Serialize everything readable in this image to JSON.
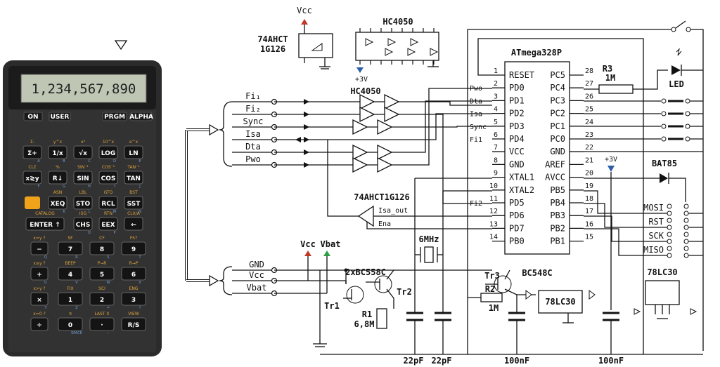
{
  "calculator": {
    "display": "1,234,567,890",
    "top_keys": [
      "ON",
      "USER",
      "PRGM",
      "ALPHA"
    ],
    "rows": [
      {
        "gold": [
          "Σ-",
          "y^x",
          "x²",
          "10^x",
          "e^x"
        ],
        "keys": [
          "Σ+",
          "1/x",
          "√x",
          "LOG",
          "LN"
        ],
        "blue": [
          "A",
          "B",
          "C",
          "D",
          "E"
        ]
      },
      {
        "gold": [
          "CLΣ",
          "%",
          "SIN⁻¹",
          "COS⁻¹",
          "TAN⁻¹"
        ],
        "keys": [
          "x≷y",
          "R↓",
          "SIN",
          "COS",
          "TAN"
        ],
        "blue": [
          "F",
          "G",
          "H",
          "I",
          "J"
        ]
      },
      {
        "gold": [
          "",
          "ASN",
          "LBL",
          "GTO",
          "BST"
        ],
        "keys": [
          "",
          "XEQ",
          "STO",
          "RCL",
          "SST"
        ],
        "blue": [
          "",
          "K",
          "L",
          "M",
          "N"
        ]
      }
    ],
    "enter_row": {
      "gold": [
        "CATALOG",
        "ISG",
        "RTN",
        "CLX/A"
      ],
      "keys": [
        "ENTER ↑",
        "CHS",
        "EEX",
        "←"
      ],
      "blue": [
        "",
        "O",
        "P",
        ""
      ]
    },
    "num_rows": [
      {
        "gold": [
          "x=y ?",
          "SF",
          "CF",
          "FS?"
        ],
        "keys": [
          "−",
          "7",
          "8",
          "9"
        ],
        "blue": [
          "Q",
          "R",
          "S",
          "T"
        ]
      },
      {
        "gold": [
          "x≤y ?",
          "BEEP",
          "P→R",
          "R→P"
        ],
        "keys": [
          "+",
          "4",
          "5",
          "6"
        ],
        "blue": [
          "U",
          "V",
          "W",
          "X"
        ]
      },
      {
        "gold": [
          "x>y ?",
          "FIX",
          "SCI",
          "ENG"
        ],
        "keys": [
          "×",
          "1",
          "2",
          "3"
        ],
        "blue": [
          "Y",
          "Z",
          "=",
          "?"
        ]
      },
      {
        "gold": [
          "x=0 ?",
          "π",
          "LAST X",
          "VIEW"
        ],
        "keys": [
          "÷",
          "0",
          "·",
          "R/S"
        ],
        "blue": [
          "",
          "SPACE",
          ":",
          ""
        ]
      }
    ]
  },
  "parts": {
    "top_buffer_label": "74AHCT\n1G126",
    "hc4050_top": "HC4050",
    "vcc_top": "Vcc",
    "plus3v_left": "+3V",
    "hc4050_mid": "HC4050",
    "buffer_single": "74AHCT1G126",
    "isa_out": "Isa_out",
    "ena": "Ena",
    "mcu": "ATmega328P",
    "r3": "R3",
    "r3_val": "1M",
    "led": "LED",
    "bat85": "BAT85",
    "plus3v_avcc": "+3V",
    "crystal": "6MHz",
    "tr_pair": "2xBC558C",
    "tr1": "Tr1",
    "tr2": "Tr2",
    "tr3": "Tr3",
    "bc548": "BC548C",
    "r1": "R1",
    "r1_val": "6,8M",
    "r2": "R2",
    "r2_val": "1M",
    "reg": "78LC30",
    "reg_pkg": "78LC30",
    "vcc_bot": "Vcc",
    "vbat_bot": "Vbat",
    "c1": "22pF",
    "c2": "22pF",
    "c3": "100nF",
    "c4": "100nF"
  },
  "signals": [
    "Fi₁",
    "Fi₂",
    "Sync",
    "Isa",
    "Dta",
    "Pwo"
  ],
  "power_signals": [
    "GND",
    "Vcc",
    "Vbat"
  ],
  "isp": [
    "MOSI",
    "RST",
    "SCK",
    "MISO"
  ],
  "pins_left": [
    {
      "num": "1",
      "name": "RESET",
      "net": ""
    },
    {
      "num": "2",
      "name": "PD0",
      "net": "Pwo"
    },
    {
      "num": "3",
      "name": "PD1",
      "net": "Dta"
    },
    {
      "num": "4",
      "name": "PD2",
      "net": "Isa"
    },
    {
      "num": "5",
      "name": "PD3",
      "net": "Sync"
    },
    {
      "num": "6",
      "name": "PD4",
      "net": "Fi1"
    },
    {
      "num": "7",
      "name": "VCC",
      "net": ""
    },
    {
      "num": "8",
      "name": "GND",
      "net": ""
    },
    {
      "num": "9",
      "name": "XTAL1",
      "net": ""
    },
    {
      "num": "10",
      "name": "XTAL2",
      "net": ""
    },
    {
      "num": "11",
      "name": "PD5",
      "net": "Fi2"
    },
    {
      "num": "12",
      "name": "PD6",
      "net": ""
    },
    {
      "num": "13",
      "name": "PD7",
      "net": ""
    },
    {
      "num": "14",
      "name": "PB0",
      "net": ""
    }
  ],
  "pins_right": [
    {
      "num": "28",
      "name": "PC5"
    },
    {
      "num": "27",
      "name": "PC4"
    },
    {
      "num": "26",
      "name": "PC3"
    },
    {
      "num": "25",
      "name": "PC2"
    },
    {
      "num": "24",
      "name": "PC1"
    },
    {
      "num": "23",
      "name": "PC0"
    },
    {
      "num": "22",
      "name": "GND"
    },
    {
      "num": "21",
      "name": "AREF"
    },
    {
      "num": "20",
      "name": "AVCC"
    },
    {
      "num": "19",
      "name": "PB5"
    },
    {
      "num": "18",
      "name": "PB4"
    },
    {
      "num": "17",
      "name": "PB3"
    },
    {
      "num": "16",
      "name": "PB2"
    },
    {
      "num": "15",
      "name": "PB1"
    }
  ],
  "colors": {
    "accent_red": "#c0392b",
    "accent_green": "#2e9e45",
    "accent_blue": "#2b5fa8",
    "calc_gold": "#e0a33a"
  }
}
